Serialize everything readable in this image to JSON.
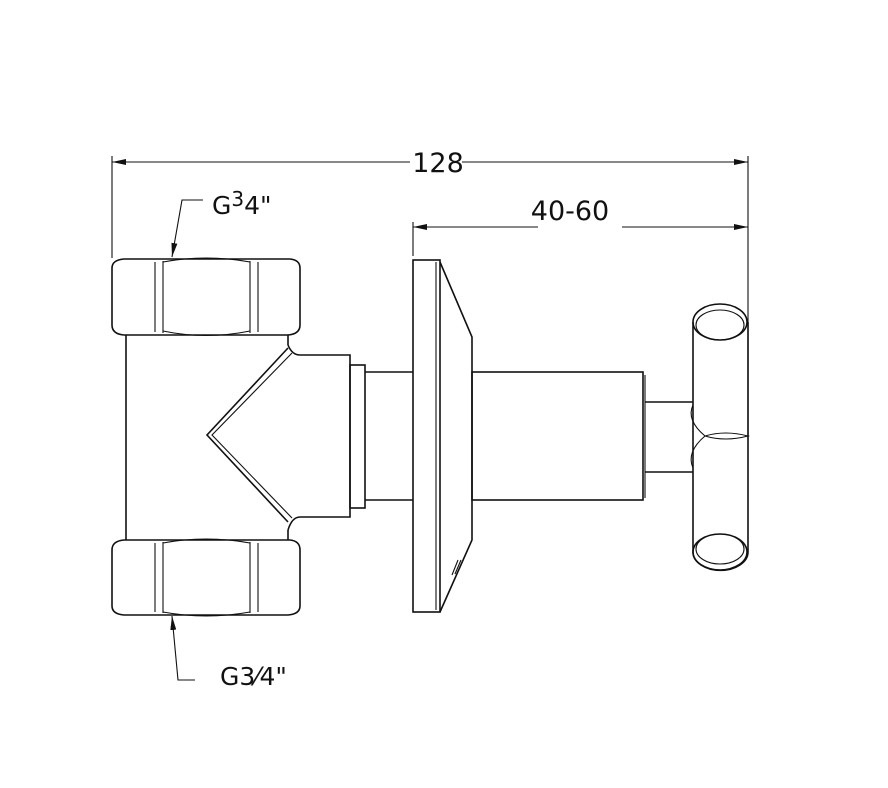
{
  "dimensions": {
    "overall_length": "128",
    "wall_depth_range": "40-60"
  },
  "labels": {
    "top_thread": {
      "prefix": "G",
      "numerator": "3",
      "denominator": "4",
      "suffix": "\""
    },
    "bottom_thread": {
      "prefix": "G",
      "fraction": "3⁄4",
      "suffix": "\""
    }
  },
  "colors": {
    "line": "#111111",
    "background": "#ffffff"
  }
}
